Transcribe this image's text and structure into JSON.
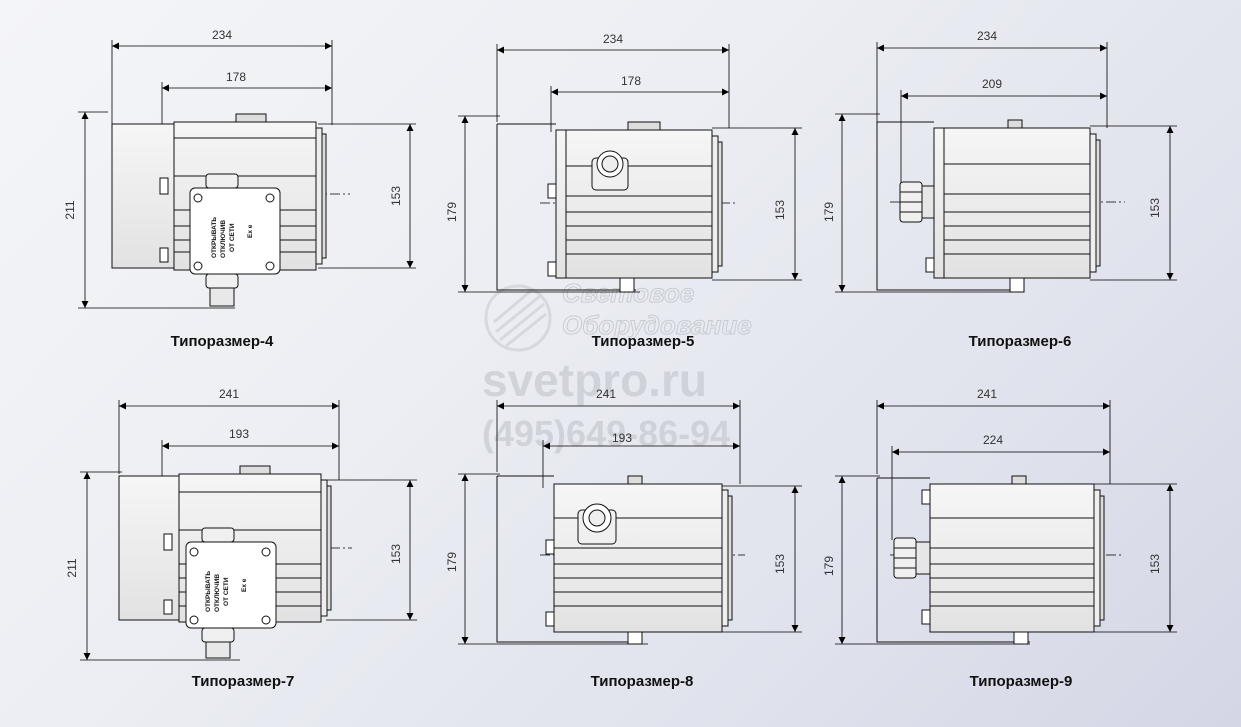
{
  "watermark": {
    "company_line1": "Световое",
    "company_line2": "Оборудование",
    "site": "svetpro.ru",
    "phone": "(495)649-86-94"
  },
  "box_label": {
    "line1": "ОТКРЫВАТЬ",
    "line2": "ОТКЛЮЧИВ",
    "line3": "ОТ СЕТИ",
    "mark": "Ex e"
  },
  "drawings": [
    {
      "caption": "Типоразмер-4",
      "overall_width": "234",
      "inner_width": "178",
      "height_total": "211",
      "height_body": "153"
    },
    {
      "caption": "Типоразмер-5",
      "overall_width": "234",
      "inner_width": "178",
      "height_total": "179",
      "height_body": "153"
    },
    {
      "caption": "Типоразмер-6",
      "overall_width": "234",
      "inner_width": "209",
      "height_total": "179",
      "height_body": "153"
    },
    {
      "caption": "Типоразмер-7",
      "overall_width": "241",
      "inner_width": "193",
      "height_total": "211",
      "height_body": "153"
    },
    {
      "caption": "Типоразмер-8",
      "overall_width": "241",
      "inner_width": "193",
      "height_total": "179",
      "height_body": "153"
    },
    {
      "caption": "Типоразмер-9",
      "overall_width": "241",
      "inner_width": "224",
      "height_total": "179",
      "height_body": "153"
    }
  ]
}
